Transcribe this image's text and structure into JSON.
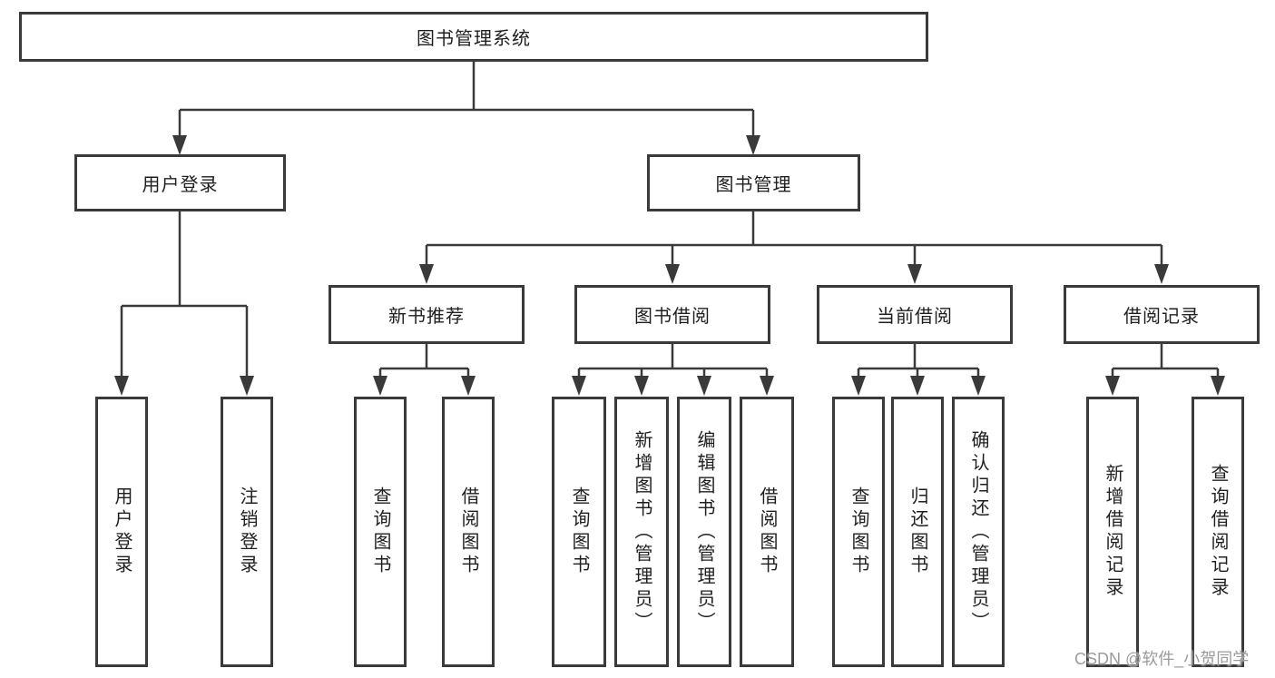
{
  "tree": {
    "root": {
      "label": "图书管理系统"
    },
    "branches": [
      {
        "label": "用户登录",
        "children": [
          {
            "label": "用户登录"
          },
          {
            "label": "注销登录"
          }
        ]
      },
      {
        "label": "图书管理",
        "children": [
          {
            "label": "新书推荐",
            "children": [
              {
                "label": "查询图书"
              },
              {
                "label": "借阅图书"
              }
            ]
          },
          {
            "label": "图书借阅",
            "children": [
              {
                "label": "查询图书"
              },
              {
                "label": "新增图书（管理员）"
              },
              {
                "label": "编辑图书（管理员）"
              },
              {
                "label": "借阅图书"
              }
            ]
          },
          {
            "label": "当前借阅",
            "children": [
              {
                "label": "查询图书"
              },
              {
                "label": "归还图书"
              },
              {
                "label": "确认归还（管理员）"
              }
            ]
          },
          {
            "label": "借阅记录",
            "children": [
              {
                "label": "新增借阅记录"
              },
              {
                "label": "查询借阅记录"
              }
            ]
          }
        ]
      }
    ]
  },
  "watermark": {
    "text": "CSDN @软件_小贺同学"
  },
  "colors": {
    "line": "#3a3a3a",
    "box_border": "#3a3a3a",
    "text": "#1f1f1f",
    "background": "#ffffff",
    "watermark": "#9b9b9b"
  }
}
